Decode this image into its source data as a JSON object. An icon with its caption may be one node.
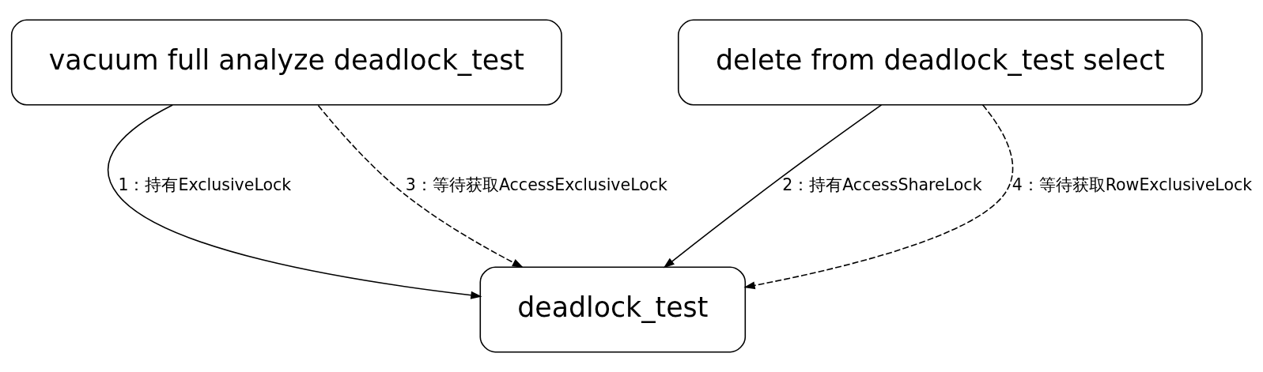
{
  "diagram": {
    "nodes": [
      {
        "text": [
          "vacuum full analyze deadlock_test"
        ]
      },
      {
        "text": [
          "delete from deadlock_test select"
        ]
      },
      {
        "text": [
          "deadlock_test"
        ]
      }
    ],
    "edges": [
      {
        "from": 0,
        "to": 2,
        "arrow": "to",
        "label": "1：持有ExclusiveLock"
      },
      {
        "from": 1,
        "to": 2,
        "arrow": "to",
        "label": "2：持有AccessShareLock"
      },
      {
        "from": 0,
        "to": 2,
        "arrow": "to",
        "label": "3：等待获取AccessExclusiveLock",
        "style": "dashed"
      },
      {
        "from": 1,
        "to": 2,
        "arrow": "to",
        "label": "4：等待获取RowExclusiveLock",
        "style": "dashed"
      }
    ]
  }
}
